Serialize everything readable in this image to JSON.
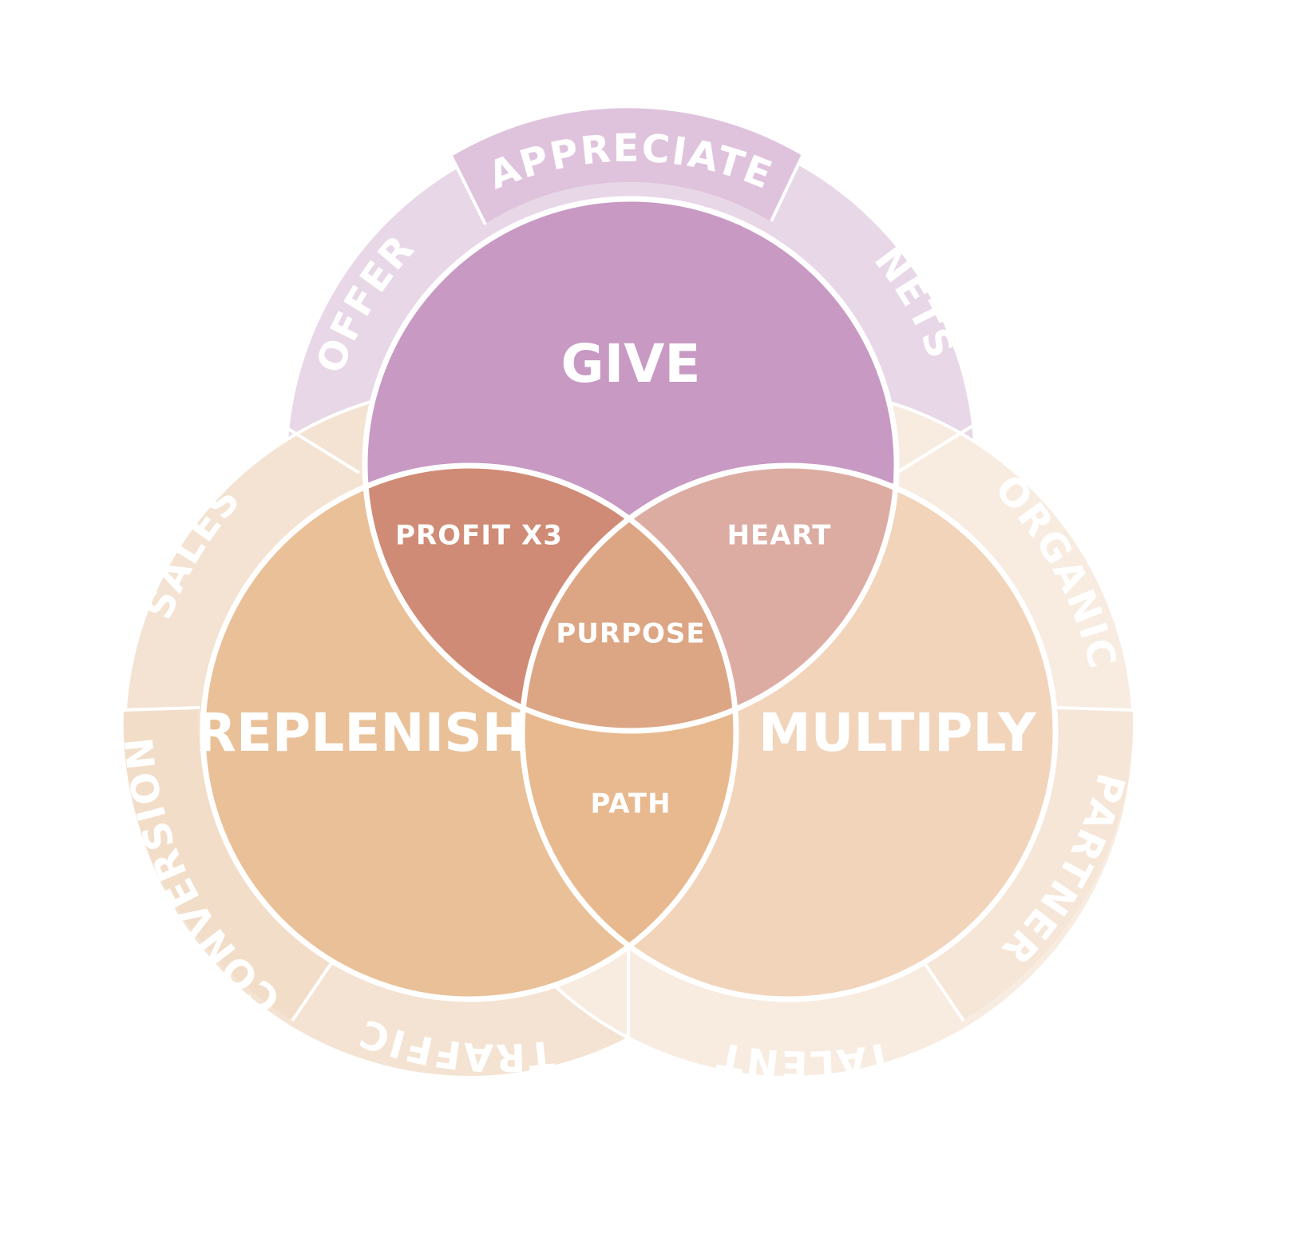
{
  "colors": {
    "give": "#c799c3",
    "replenish": "#e9c097",
    "multiply": "#f1d4ba",
    "profit": "#cf8b75",
    "heart": "#dcaca2",
    "purpose": "#dca684",
    "path": "#e8b98e",
    "ring_give": "#e8d7e7",
    "ring_give_seg": "#dfc3dd",
    "ring_replenish": "#f4e3d2",
    "ring_replenish_seg": "#f2ddc9",
    "ring_multiply": "#f8ece1",
    "ring_multiply_seg": "#f6e6d7",
    "stroke": "#ffffff"
  },
  "circles": {
    "give": "GIVE",
    "replenish": "REPLENISH",
    "multiply": "MULTIPLY"
  },
  "intersections": {
    "profit": "PROFIT X3",
    "heart": "HEART",
    "purpose": "PURPOSE",
    "path": "PATH"
  },
  "ring_labels": {
    "offer": "OFFER",
    "appreciate": "APPRECIATE",
    "nets": "NETS",
    "sales": "SALES",
    "conversion": "CONVERSION",
    "traffic": "TRAFFIC",
    "organic": "ORGANIC",
    "partner": "PARTNER",
    "talent": "TALENT"
  }
}
